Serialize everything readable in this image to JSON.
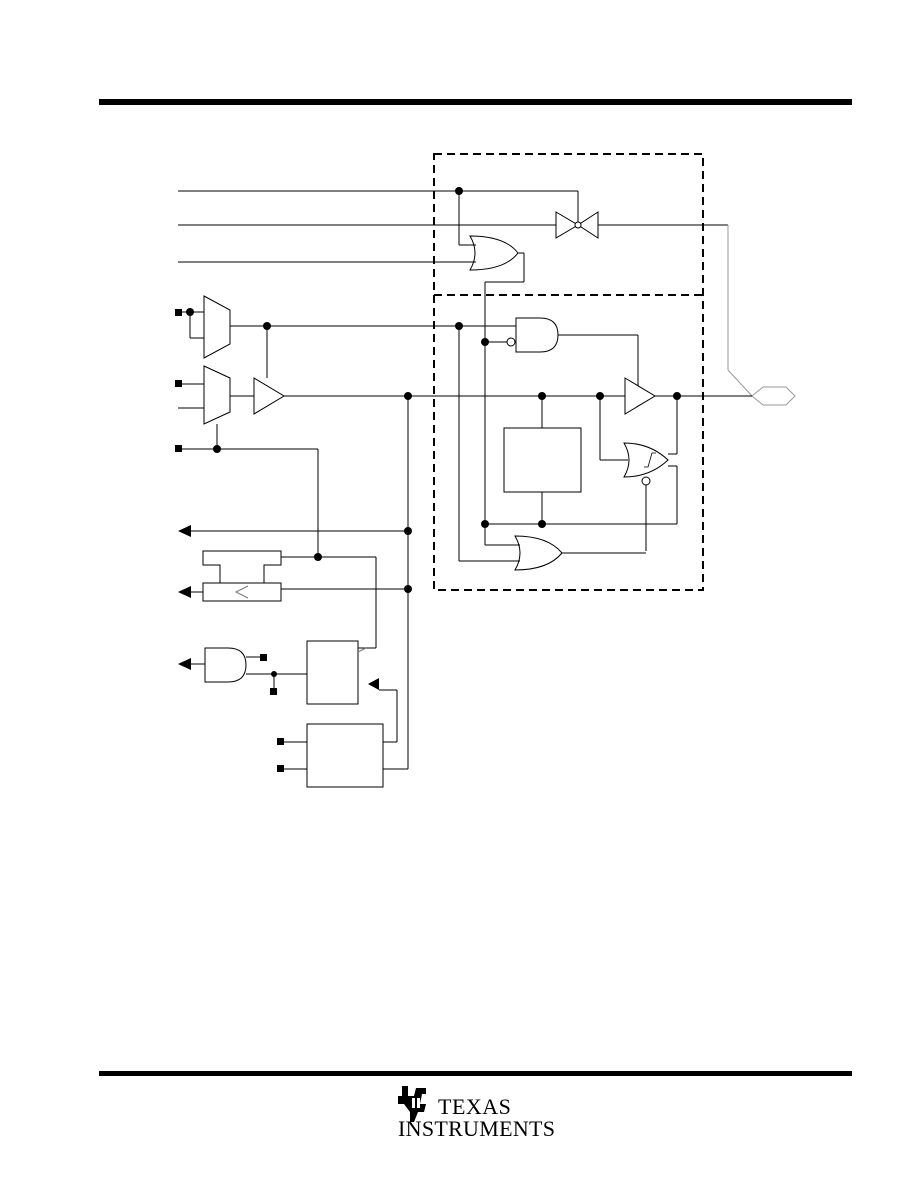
{
  "colors": {
    "ink": "#000000",
    "paper": "#ffffff",
    "gray": "#999999"
  },
  "diagram": {
    "element": "i/o-pin-logic-schematic"
  },
  "logo": {
    "icon": "ti-logo-icon",
    "line1": "Texas",
    "line2": "Instruments"
  }
}
